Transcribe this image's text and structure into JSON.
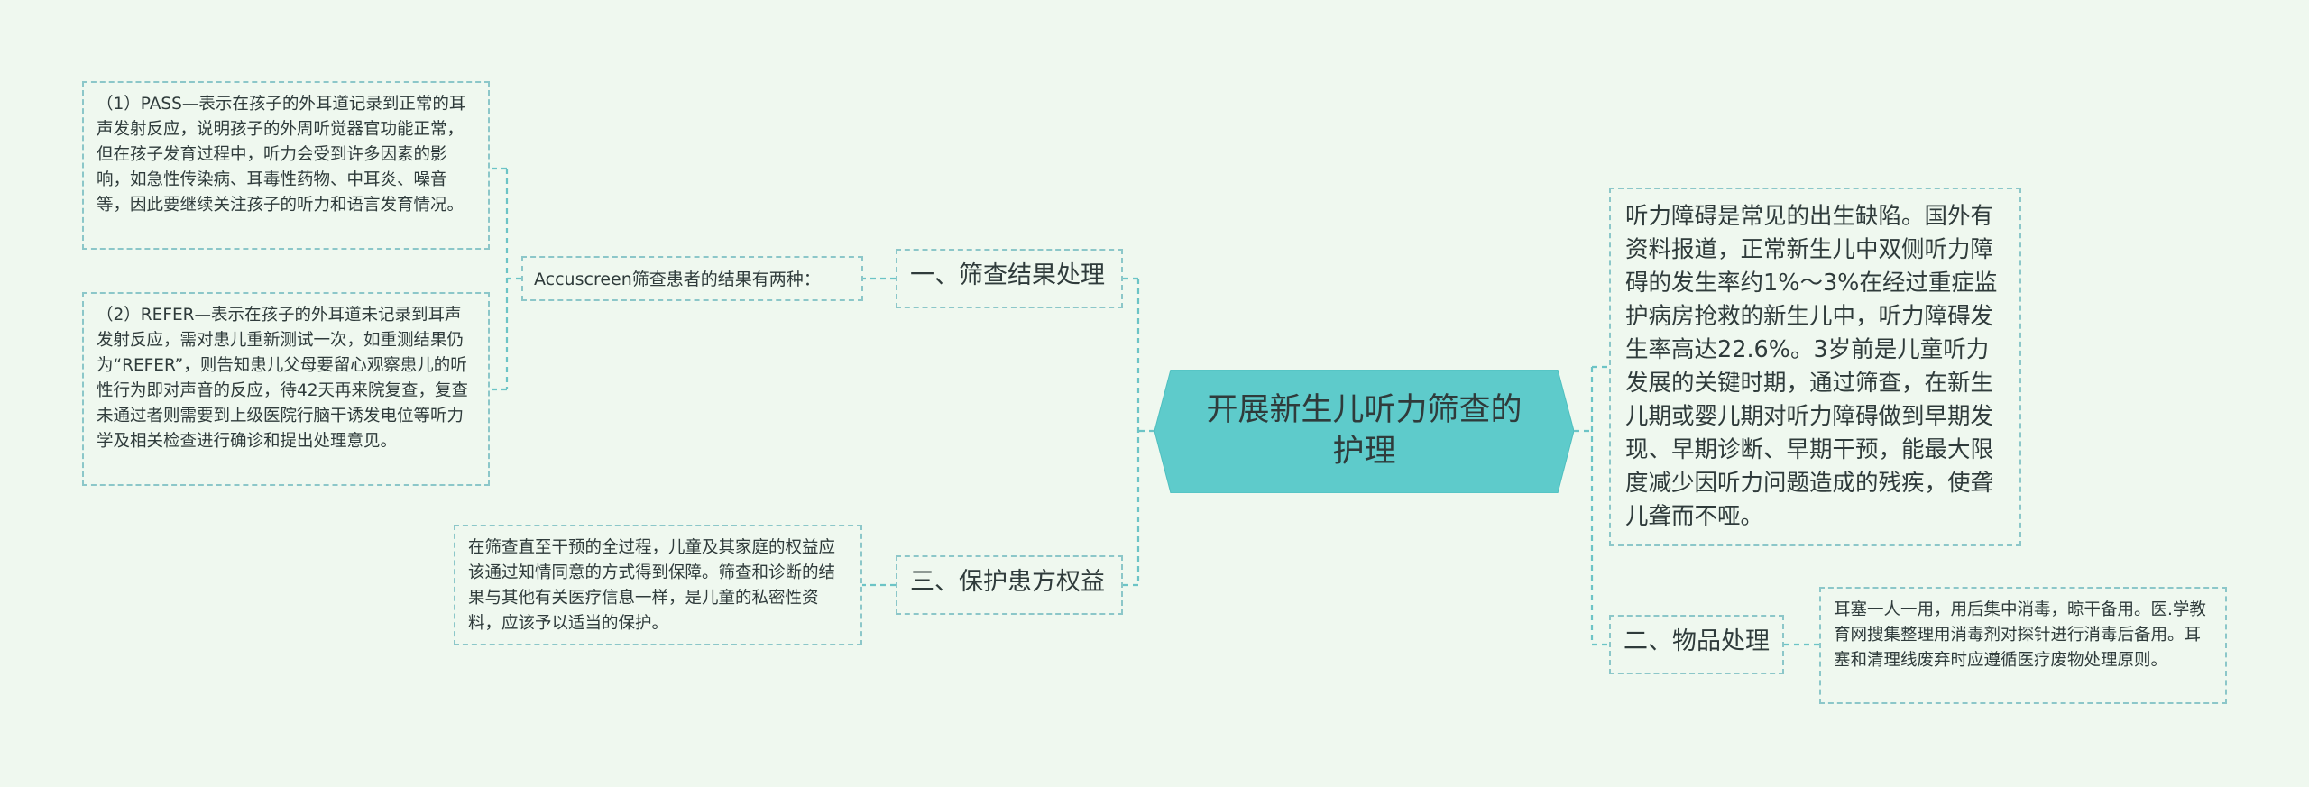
{
  "central": {
    "title": "开展新生儿听力筛查的护理",
    "fill": "#5ecbcb"
  },
  "colors": {
    "background": "#eff8ef",
    "line": "#6cc4c6",
    "border": "#8cc7c9"
  },
  "branches": {
    "screening_results": {
      "label": "一、筛查结果处理",
      "intro": "Accuscreen筛查患者的结果有两种：",
      "pass": "（1）PASS—表示在孩子的外耳道记录到正常的耳声发射反应，说明孩子的外周听觉器官功能正常，但在孩子发育过程中，听力会受到许多因素的影响，如急性传染病、耳毒性药物、中耳炎、噪音等，因此要继续关注孩子的听力和语言发育情况。",
      "refer": "（2）REFER—表示在孩子的外耳道未记录到耳声发射反应，需对患儿重新测试一次，如重测结果仍为“REFER”，则告知患儿父母要留心观察患儿的听性行为即对声音的反应，待42天再来院复查，复查未通过者则需要到上级医院行脑干诱发电位等听力学及相关检查进行确诊和提出处理意见。"
    },
    "patient_rights": {
      "label": "三、保护患方权益",
      "detail": "在筛查直至干预的全过程，儿童及其家庭的权益应该通过知情同意的方式得到保障。筛查和诊断的结果与其他有关医疗信息一样，是儿童的私密性资料，应该予以适当的保护。"
    },
    "intro_text": "听力障碍是常见的出生缺陷。国外有资料报道，正常新生儿中双侧听力障碍的发生率约1%～3%在经过重症监护病房抢救的新生儿中，听力障碍发生率高达22.6%。3岁前是儿童听力发展的关键时期，通过筛查，在新生儿期或婴儿期对听力障碍做到早期发现、早期诊断、早期干预，能最大限度减少因听力问题造成的残疾，使聋儿聋而不哑。",
    "supplies": {
      "label": "二、物品处理",
      "detail": "耳塞一人一用，用后集中消毒，晾干备用。医.学教育网搜集整理用消毒剂对探针进行消毒后备用。耳塞和清理线废弃时应遵循医疗废物处理原则。"
    }
  }
}
